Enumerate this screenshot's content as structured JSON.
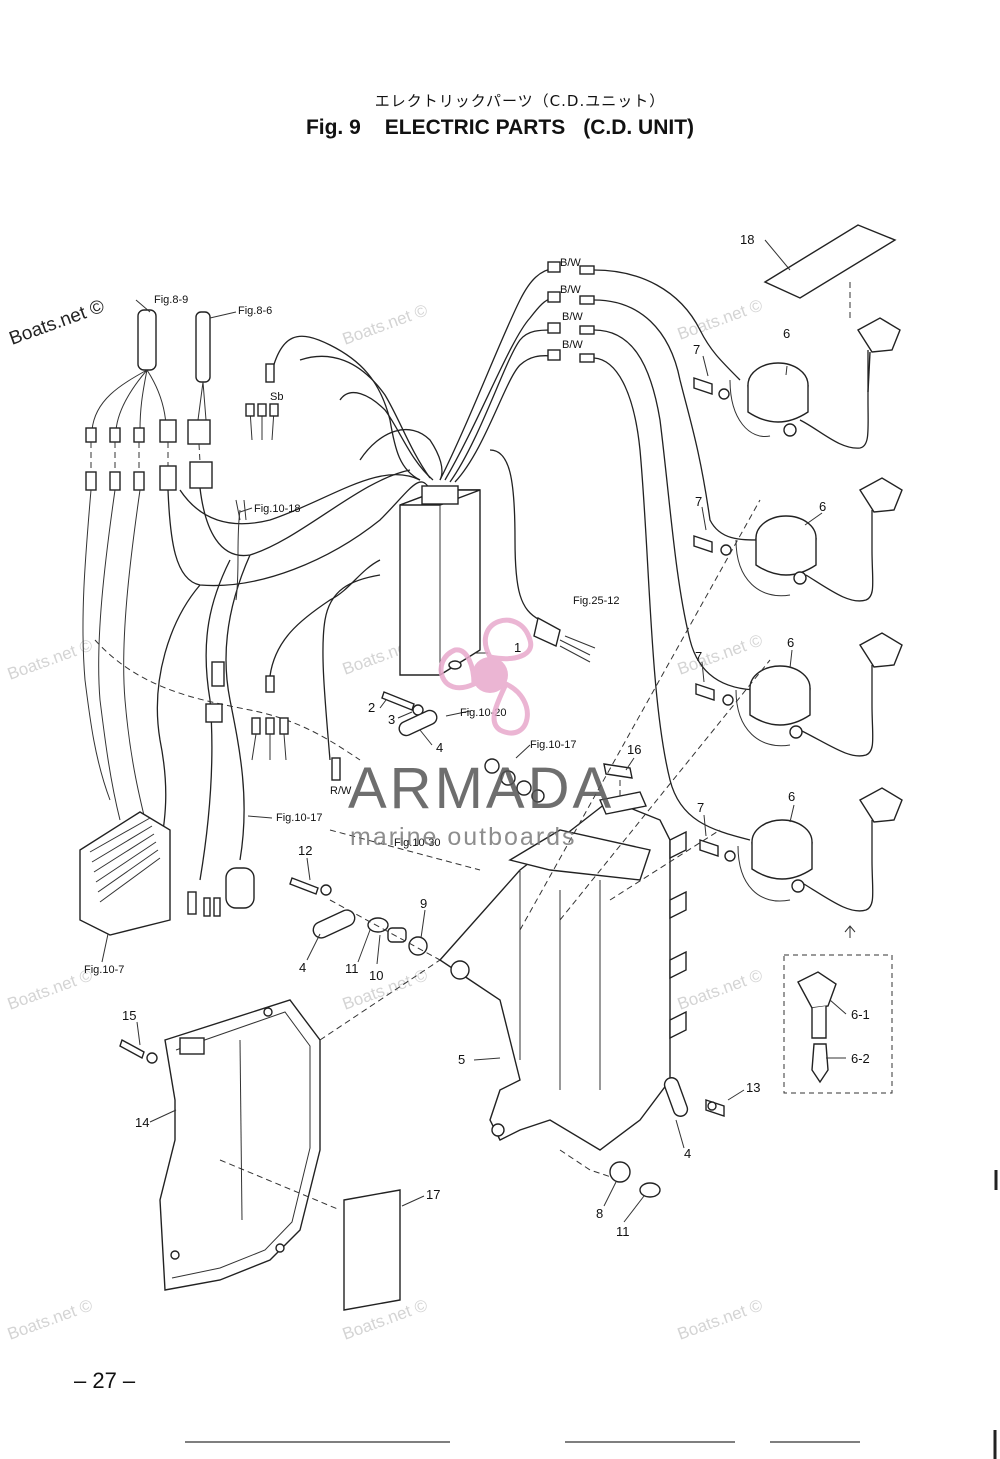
{
  "header": {
    "jp_title": "エレクトリックパーツ（C.D.ユニット）",
    "fig_label": "Fig. 9",
    "title": "ELECTRIC PARTS",
    "subtitle": "(C.D. UNIT)"
  },
  "watermarks": {
    "boats": "Boats.net ©",
    "brand_name": "ARMADA",
    "brand_tagline": "marine outboards"
  },
  "references": {
    "fig_8_9": "Fig.8-9",
    "fig_8_6": "Fig.8-6",
    "fig_10_18": "Fig.10-18",
    "fig_25_12": "Fig.25-12",
    "fig_10_20": "Fig.10-20",
    "fig_10_17_a": "Fig.10-17",
    "fig_10_17_b": "Fig.10-17",
    "fig_10_30": "Fig.10-30",
    "fig_10_7": "Fig.10-7"
  },
  "wire_labels": {
    "bw1": "B/W",
    "bw2": "B/W",
    "bw3": "B/W",
    "bw4": "B/W",
    "sb": "Sb",
    "rw": "R/W"
  },
  "callouts": {
    "c1": "1",
    "c2": "2",
    "c3": "3",
    "c4a": "4",
    "c4b": "4",
    "c4c": "4",
    "c5": "5",
    "c6a": "6",
    "c6b": "6",
    "c6c": "6",
    "c6d": "6",
    "c6_1": "6-1",
    "c6_2": "6-2",
    "c7a": "7",
    "c7b": "7",
    "c7c": "7",
    "c7d": "7",
    "c8": "8",
    "c9": "9",
    "c10": "10",
    "c11a": "11",
    "c11b": "11",
    "c12": "12",
    "c13": "13",
    "c14": "14",
    "c15": "15",
    "c16": "16",
    "c17": "17",
    "c18": "18"
  },
  "footer": {
    "page_number": "– 27 –"
  }
}
